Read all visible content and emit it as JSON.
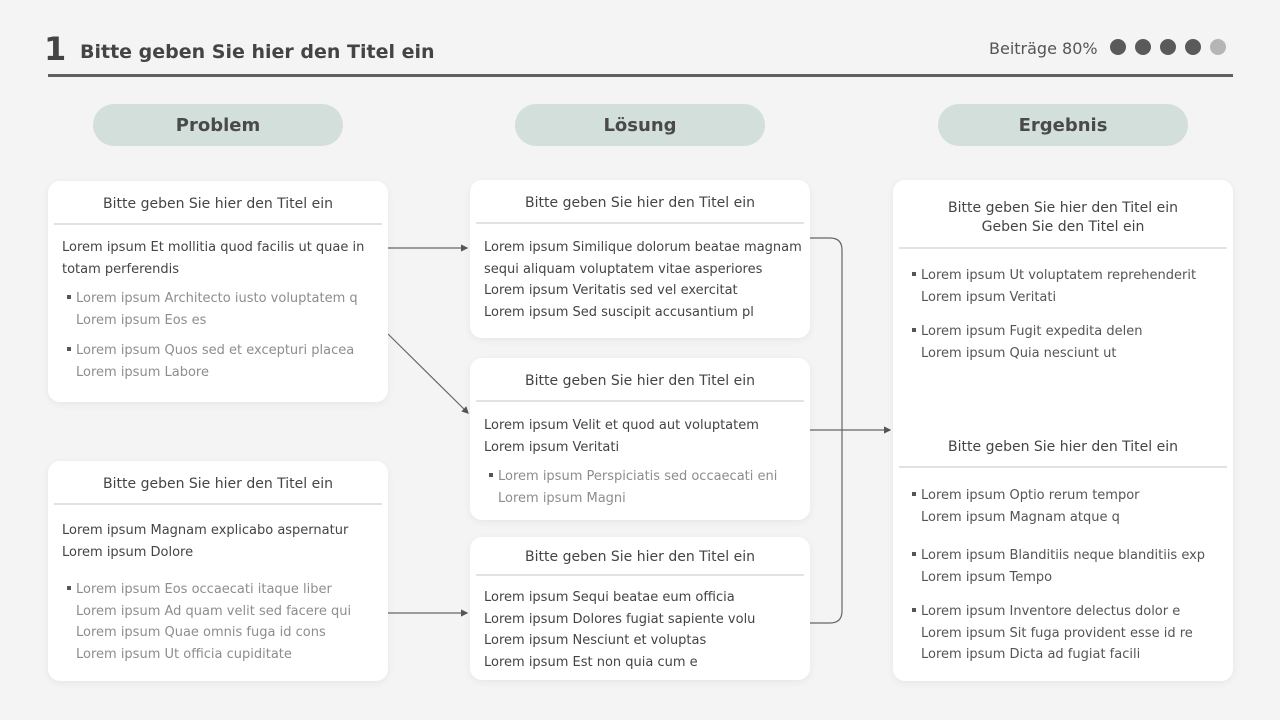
{
  "header": {
    "number": "1",
    "title": "Bitte geben Sie hier den Titel ein",
    "progress_label": "Beiträge 80%",
    "progress_dots_filled": 4,
    "progress_dots_total": 5
  },
  "columns": {
    "problem": "Problem",
    "solution": "Lösung",
    "result": "Ergebnis"
  },
  "problem_cards": [
    {
      "title": "Bitte geben Sie hier den Titel ein",
      "text": [
        "Lorem ipsum Et mollitia quod facilis ut quae in",
        "totam perferendis"
      ],
      "bullets": [
        [
          "Lorem ipsum Architecto iusto voluptatem q",
          "Lorem ipsum Eos es"
        ],
        [
          "Lorem ipsum Quos sed et excepturi placea",
          "Lorem ipsum Labore"
        ]
      ]
    },
    {
      "title": "Bitte geben Sie hier den Titel ein",
      "text": [
        "Lorem ipsum Magnam explicabo aspernatur",
        "Lorem ipsum Dolore"
      ],
      "bullets": [
        [
          "Lorem ipsum Eos occaecati itaque liber",
          "Lorem ipsum Ad quam velit sed facere qui",
          "Lorem ipsum Quae omnis fuga id cons",
          "Lorem ipsum Ut officia cupiditate"
        ]
      ]
    }
  ],
  "solution_cards": [
    {
      "title": "Bitte geben Sie hier den Titel ein",
      "text": [
        "Lorem ipsum Similique dolorum beatae magnam",
        "sequi aliquam voluptatem vitae asperiores",
        "Lorem ipsum Veritatis sed vel exercitat",
        "Lorem ipsum Sed suscipit accusantium pl"
      ]
    },
    {
      "title": "Bitte geben Sie hier den Titel ein",
      "text": [
        "Lorem ipsum Velit et quod aut voluptatem",
        "Lorem ipsum Veritati"
      ],
      "bullets": [
        [
          "Lorem ipsum Perspiciatis sed occaecati eni",
          "Lorem ipsum Magni"
        ]
      ]
    },
    {
      "title": "Bitte geben Sie hier den Titel ein",
      "text": [
        "Lorem ipsum Sequi beatae eum officia",
        "Lorem ipsum Dolores fugiat sapiente volu",
        "Lorem ipsum Nesciunt et voluptas",
        "Lorem ipsum Est non quia cum e"
      ]
    }
  ],
  "result_card": {
    "section1_title": [
      "Bitte geben Sie hier den Titel ein",
      "Geben Sie den Titel ein"
    ],
    "section1_bullets": [
      [
        "Lorem ipsum Ut voluptatem reprehenderit",
        "Lorem ipsum Veritati"
      ],
      [
        "Lorem ipsum Fugit expedita delen",
        "Lorem ipsum Quia nesciunt ut"
      ]
    ],
    "section2_title": "Bitte geben Sie hier den Titel ein",
    "section2_bullets": [
      [
        "Lorem ipsum Optio rerum tempor",
        "Lorem ipsum Magnam atque q"
      ],
      [
        "Lorem ipsum Blanditiis neque blanditiis exp",
        "Lorem ipsum Tempo"
      ],
      [
        "Lorem ipsum Inventore delectus dolor e",
        "Lorem ipsum Sit fuga provident esse id re",
        "Lorem ipsum Dicta ad fugiat facili"
      ]
    ]
  },
  "colors": {
    "pill": "#d3dfdb",
    "rule": "#5f5f5f",
    "dot_on": "#5a5a5a",
    "dot_off": "#b5b5b5"
  }
}
